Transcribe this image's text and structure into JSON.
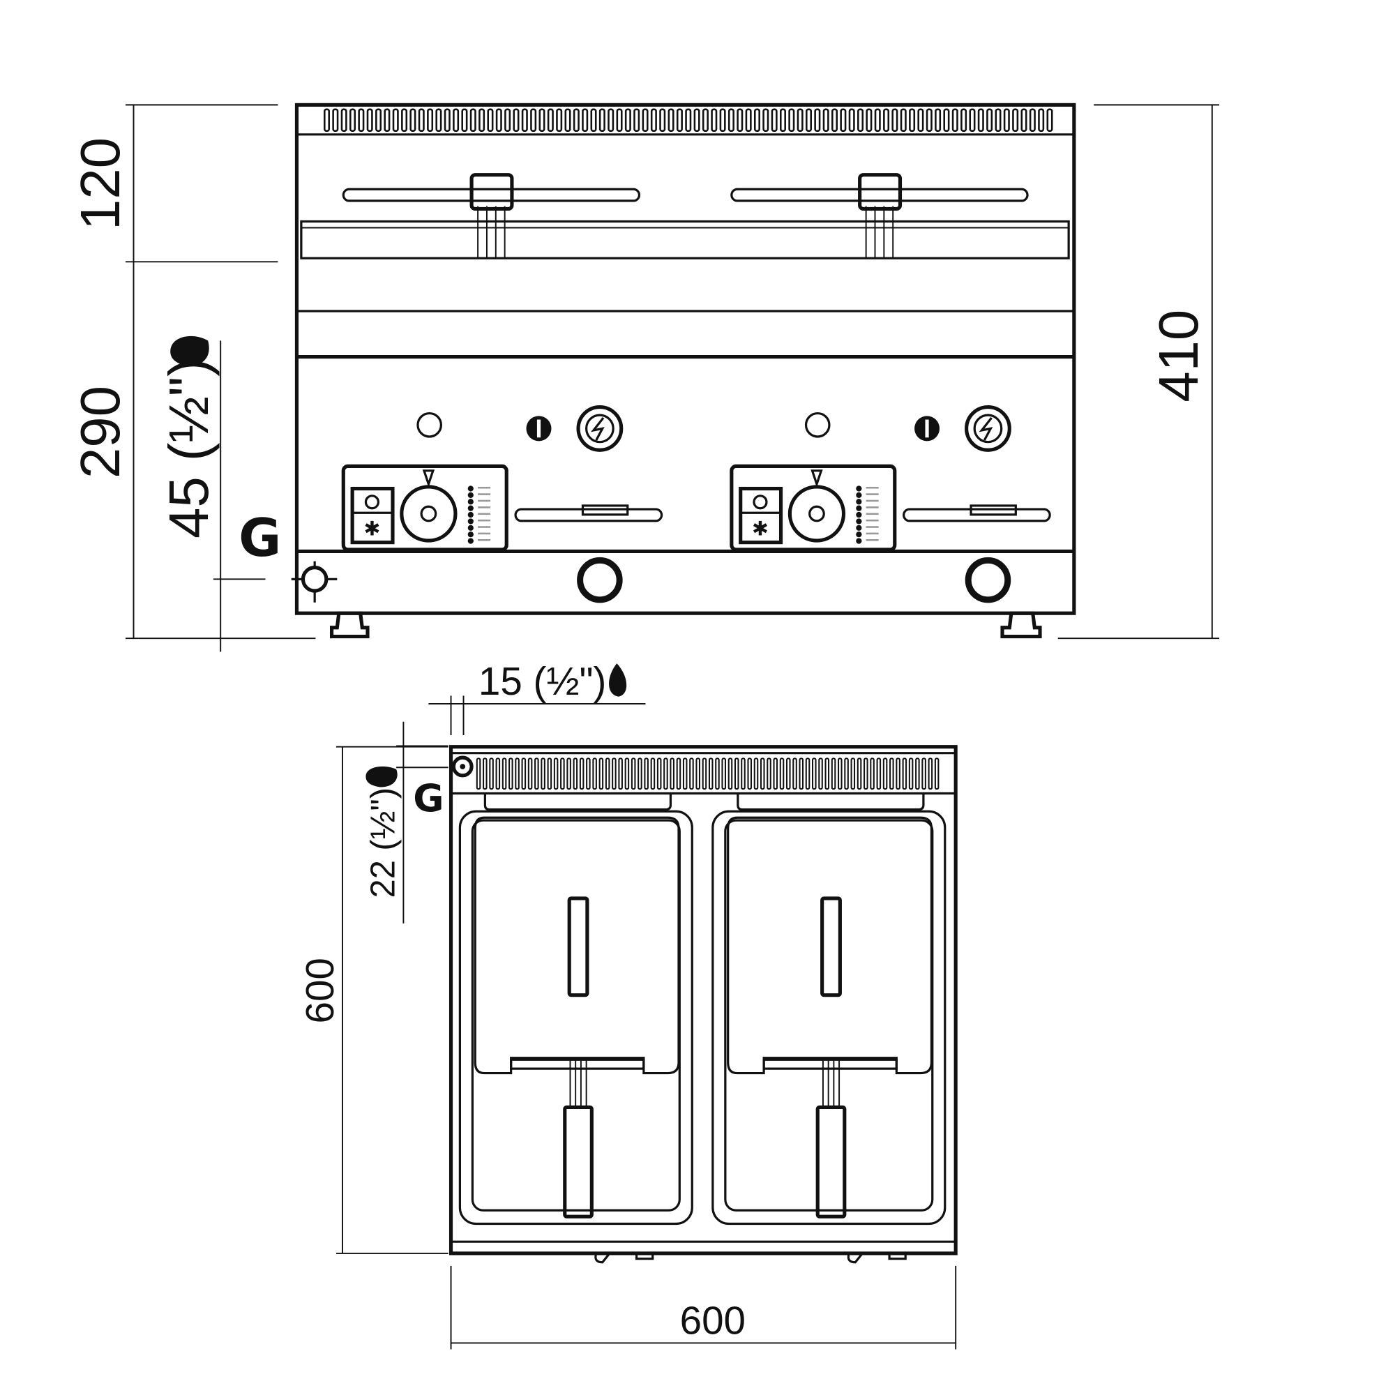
{
  "front_view": {
    "dim_top_section": "120",
    "dim_lower_section": "290",
    "dim_total_height": "410",
    "dim_gas_inlet_height": "45 (½\")",
    "gas_label": "G",
    "gas_icon": "flame-icon"
  },
  "top_view": {
    "dim_gas_offset_x": "15 (½\")",
    "dim_gas_offset_y": "22 (½\")",
    "gas_label": "G",
    "dim_depth": "600",
    "dim_width": "600",
    "gas_icon": "flame-icon"
  },
  "colors": {
    "line": "#111111",
    "background": "#ffffff"
  }
}
